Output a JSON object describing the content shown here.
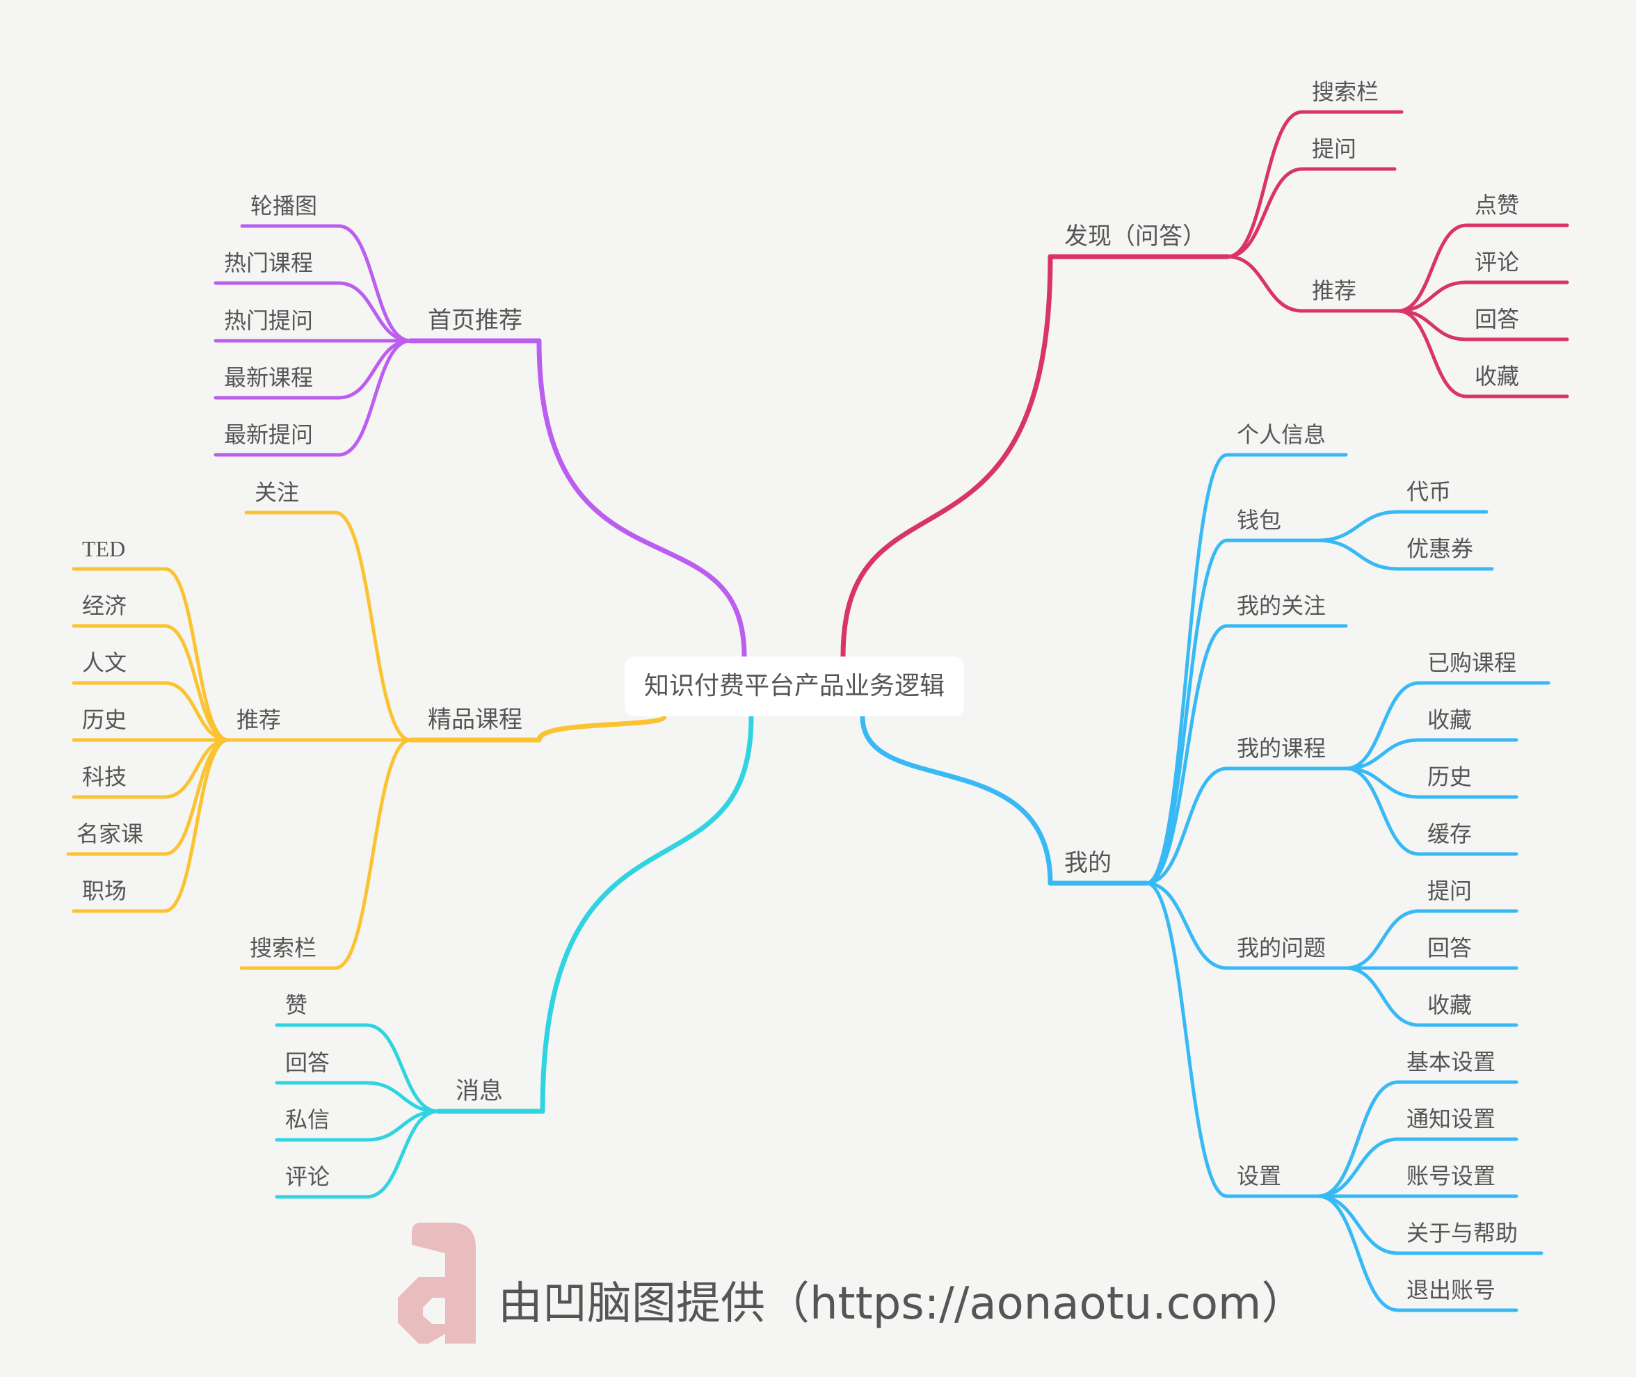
{
  "root": {
    "label": "知识付费平台产品业务逻辑",
    "color": "#1a8aa0"
  },
  "branches": [
    {
      "label": "首页推荐",
      "color": "#bb5ef0",
      "children": [
        {
          "label": "轮播图"
        },
        {
          "label": "热门课程"
        },
        {
          "label": "热门提问"
        },
        {
          "label": "最新课程"
        },
        {
          "label": "最新提问"
        }
      ]
    },
    {
      "label": "精品课程",
      "color": "#fbc232",
      "children": [
        {
          "label": "关注"
        },
        {
          "label": "推荐",
          "children": [
            {
              "label": "TED"
            },
            {
              "label": "经济"
            },
            {
              "label": "人文"
            },
            {
              "label": "历史"
            },
            {
              "label": "科技"
            },
            {
              "label": "名家课"
            },
            {
              "label": "职场"
            }
          ]
        },
        {
          "label": "搜索栏"
        }
      ]
    },
    {
      "label": "消息",
      "color": "#30d3e0",
      "children": [
        {
          "label": "赞"
        },
        {
          "label": "回答"
        },
        {
          "label": "私信"
        },
        {
          "label": "评论"
        }
      ]
    },
    {
      "label": "发现（问答）",
      "color": "#d93468",
      "children": [
        {
          "label": "搜索栏"
        },
        {
          "label": "提问"
        },
        {
          "label": "推荐",
          "children": [
            {
              "label": "点赞"
            },
            {
              "label": "评论"
            },
            {
              "label": "回答"
            },
            {
              "label": "收藏"
            }
          ]
        }
      ]
    },
    {
      "label": "我的",
      "color": "#38b9f5",
      "children": [
        {
          "label": "个人信息"
        },
        {
          "label": "钱包",
          "children": [
            {
              "label": "代币"
            },
            {
              "label": "优惠券"
            }
          ]
        },
        {
          "label": "我的关注"
        },
        {
          "label": "我的课程",
          "children": [
            {
              "label": "已购课程"
            },
            {
              "label": "收藏"
            },
            {
              "label": "历史"
            },
            {
              "label": "缓存"
            }
          ]
        },
        {
          "label": "我的问题",
          "children": [
            {
              "label": "提问"
            },
            {
              "label": "回答"
            },
            {
              "label": "收藏"
            }
          ]
        },
        {
          "label": "设置",
          "children": [
            {
              "label": "基本设置"
            },
            {
              "label": "通知设置"
            },
            {
              "label": "账号设置"
            },
            {
              "label": "关于与帮助"
            },
            {
              "label": "退出账号"
            }
          ]
        }
      ]
    }
  ],
  "watermark": {
    "text": "由凹脑图提供（https://aonaotu.com）",
    "logo": "a",
    "logo_color": "#e9bcbd"
  }
}
